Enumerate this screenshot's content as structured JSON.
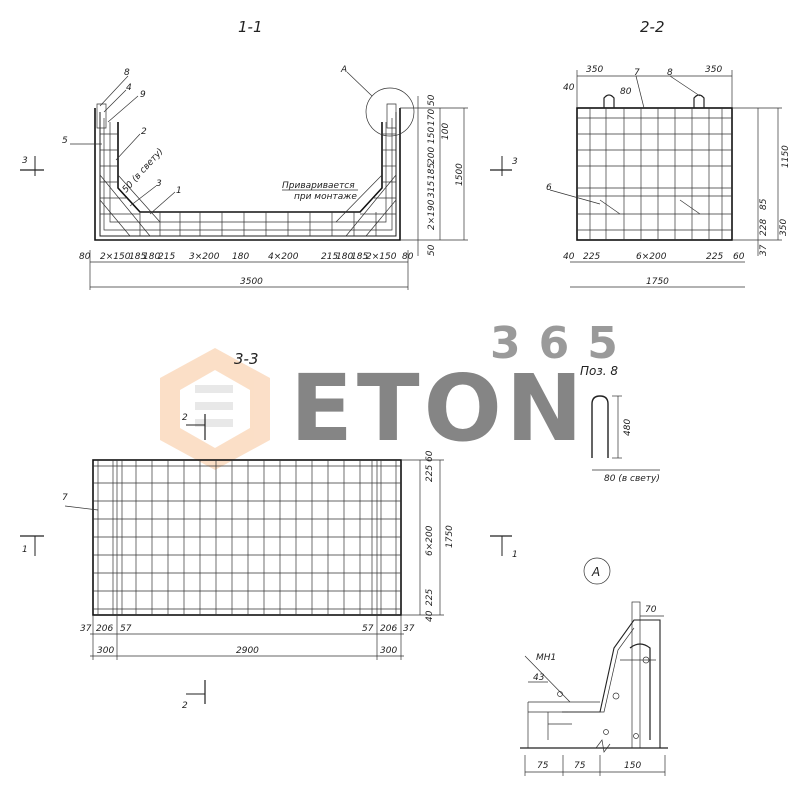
{
  "sections": {
    "s11_title": "1-1",
    "s22_title": "2-2",
    "s33_title": "3-3",
    "poz8_title": "Поз. 8",
    "nodeA": "A"
  },
  "s11": {
    "callouts": [
      "8",
      "4",
      "9",
      "5",
      "2",
      "3",
      "1",
      "A"
    ],
    "note_gap": "50 (в свету)",
    "note_weld": [
      "Приваривается",
      "при монтаже"
    ],
    "bottom_dims": [
      "80",
      "2×150",
      "185",
      "180",
      "215",
      "3×200",
      "180",
      "4×200",
      "215",
      "180",
      "185",
      "2×150",
      "80"
    ],
    "total": "3500",
    "right_dims": [
      "50",
      "170",
      "150",
      "200",
      "185",
      "315",
      "2×190",
      "50"
    ],
    "right_extra": [
      "100",
      "1500"
    ],
    "cut_mark": "3"
  },
  "s22": {
    "callouts": [
      "7",
      "8",
      "6"
    ],
    "top_dims": [
      "350",
      "350",
      "40",
      "80"
    ],
    "bottom_dims": [
      "40",
      "225",
      "6×200",
      "225",
      "60"
    ],
    "total": "1750",
    "right_dims": [
      "1150",
      "85",
      "228",
      "37",
      "350"
    ],
    "cut_mark": "3"
  },
  "s33": {
    "callout": "7",
    "right_dims": [
      "60",
      "225",
      "6×200",
      "225",
      "40"
    ],
    "right_total": "1750",
    "bottom_small": [
      "37",
      "206",
      "57",
      "57",
      "206",
      "37"
    ],
    "bottom_main": [
      "300",
      "2900",
      "300"
    ],
    "cut_marks": [
      "1",
      "1",
      "2",
      "2"
    ]
  },
  "poz8": {
    "height": "480",
    "width": "80 (в свету)"
  },
  "nodeA_detail": {
    "label": "МН1",
    "dims": [
      "70",
      "43",
      "75",
      "75",
      "150"
    ]
  },
  "watermark": {
    "number": "365",
    "word": "ETON",
    "color_orange": "#f4a460",
    "color_gray": "#d3d3d3"
  }
}
